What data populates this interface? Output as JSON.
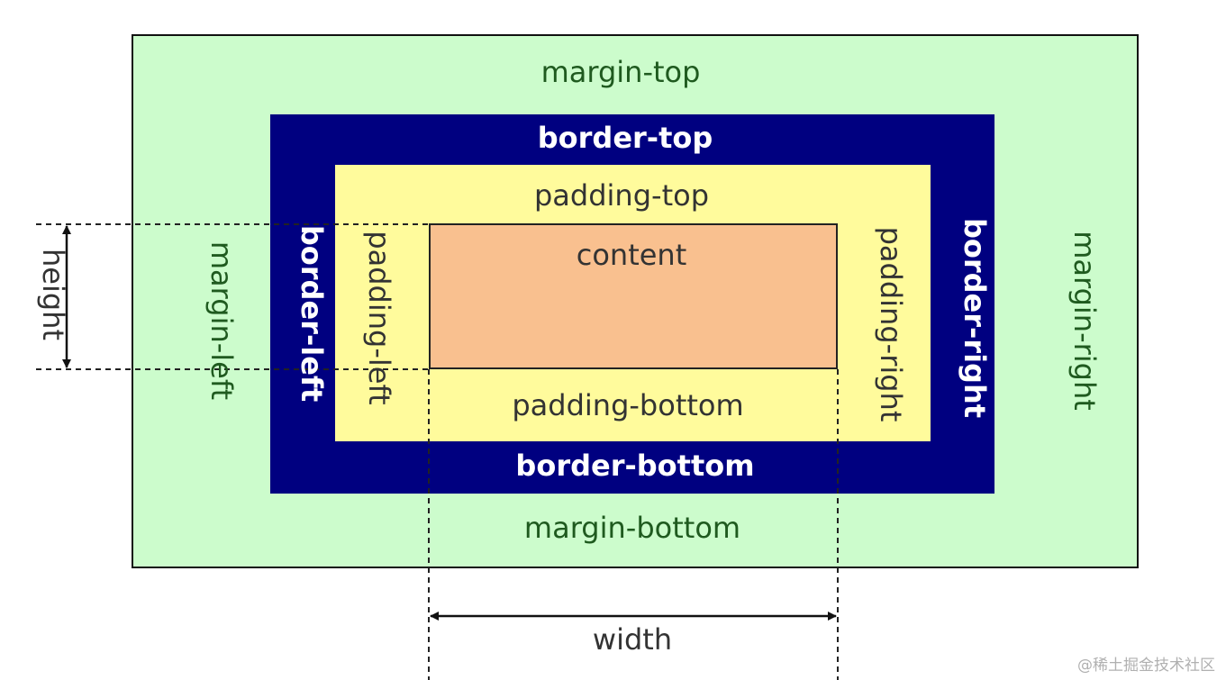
{
  "labels": {
    "margin_top": "margin-top",
    "margin_bottom": "margin-bottom",
    "margin_left": "margin-left",
    "margin_right": "margin-right",
    "border_top": "border-top",
    "border_bottom": "border-bottom",
    "border_left": "border-left",
    "border_right": "border-right",
    "padding_top": "padding-top",
    "padding_bottom": "padding-bottom",
    "padding_left": "padding-left",
    "padding_right": "padding-right",
    "content": "content",
    "height": "height",
    "width": "width"
  },
  "watermark": "@稀土掘金技术社区",
  "colors": {
    "margin": "#ccfccc",
    "border": "#000080",
    "padding": "#fffb9c",
    "content": "#f9c08f",
    "margin_text": "#1f5a1f",
    "border_text": "#ffffff",
    "padding_text": "#333333"
  }
}
